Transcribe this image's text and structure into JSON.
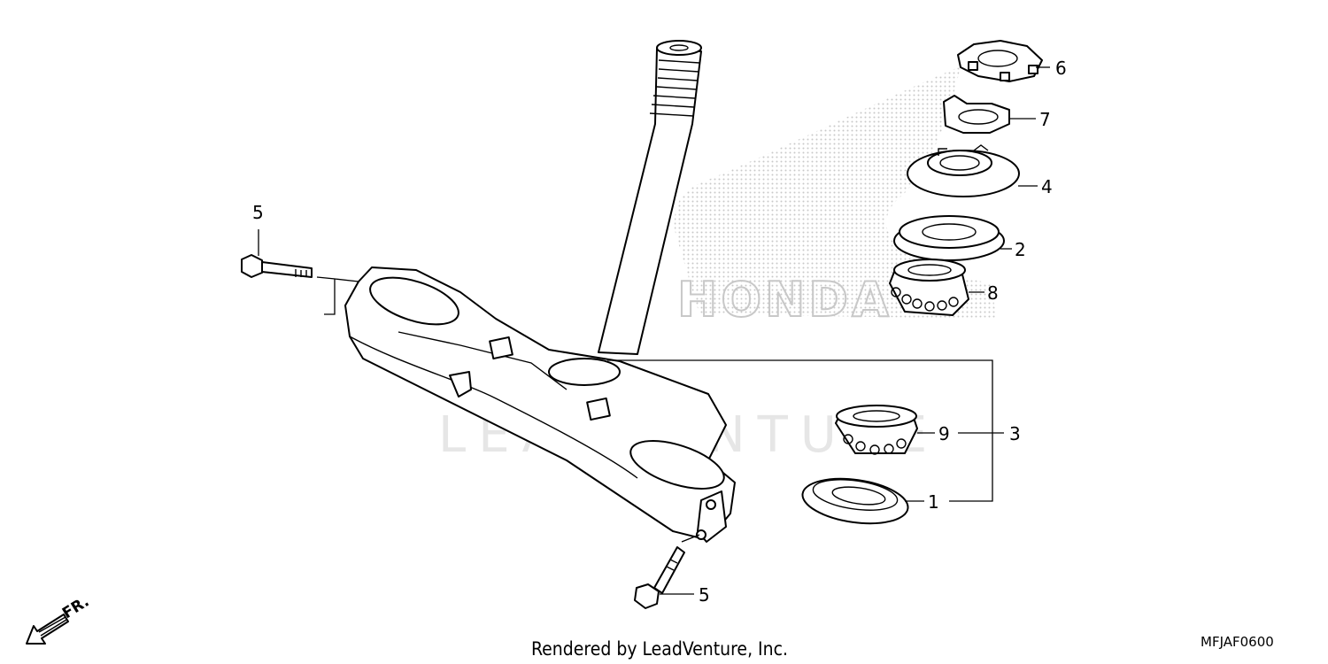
{
  "callouts": {
    "c6": "6",
    "c7": "7",
    "c4": "4",
    "c2": "2",
    "c8": "8",
    "c3": "3",
    "c9": "9",
    "c1": "1",
    "c5_top": "5",
    "c5_bottom": "5"
  },
  "direction_label": "FR.",
  "footer": {
    "rendered_by": "Rendered by LeadVenture, Inc.",
    "diagram_code": "MFJAF0600"
  },
  "watermarks": {
    "brand": "LEADVENTURE",
    "logo_text": "HONDA"
  },
  "colors": {
    "ink": "#000000",
    "watermark": "#e6e6e6",
    "dots": "#c8c8c8"
  },
  "icons": {
    "front_arrow": "arrow-down-left-icon"
  }
}
